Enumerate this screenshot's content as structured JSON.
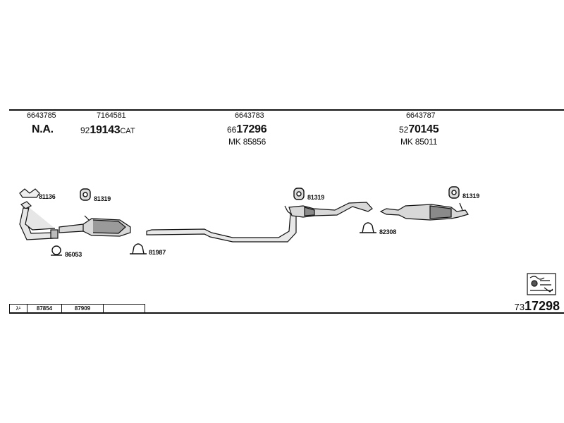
{
  "header_parts": [
    {
      "partno": "6643785",
      "label": "N.A.",
      "prefix": "",
      "suffix": "",
      "ref": ""
    },
    {
      "partno": "7164581",
      "label": "19143",
      "prefix": "92",
      "suffix": "CAT",
      "ref": ""
    },
    {
      "partno": "6643783",
      "label": "17296",
      "prefix": "66",
      "suffix": "",
      "ref": "MK 85856"
    },
    {
      "partno": "6643787",
      "label": "70145",
      "prefix": "52",
      "suffix": "",
      "ref": "MK 85011"
    }
  ],
  "callouts": {
    "c81136": "81136",
    "c81319a": "81319",
    "c86053": "86053",
    "c81987": "81987",
    "c81319b": "81319",
    "c82308": "82308",
    "c81319c": "81319"
  },
  "lambda_table": {
    "symbol": "λ¹",
    "cells": [
      "87854",
      "87909",
      ""
    ]
  },
  "set_number": {
    "prefix": "73",
    "main": "17298"
  },
  "colors": {
    "ink": "#111111",
    "part_fill": "#d8d8d8",
    "part_dark": "#8a8a8a"
  }
}
